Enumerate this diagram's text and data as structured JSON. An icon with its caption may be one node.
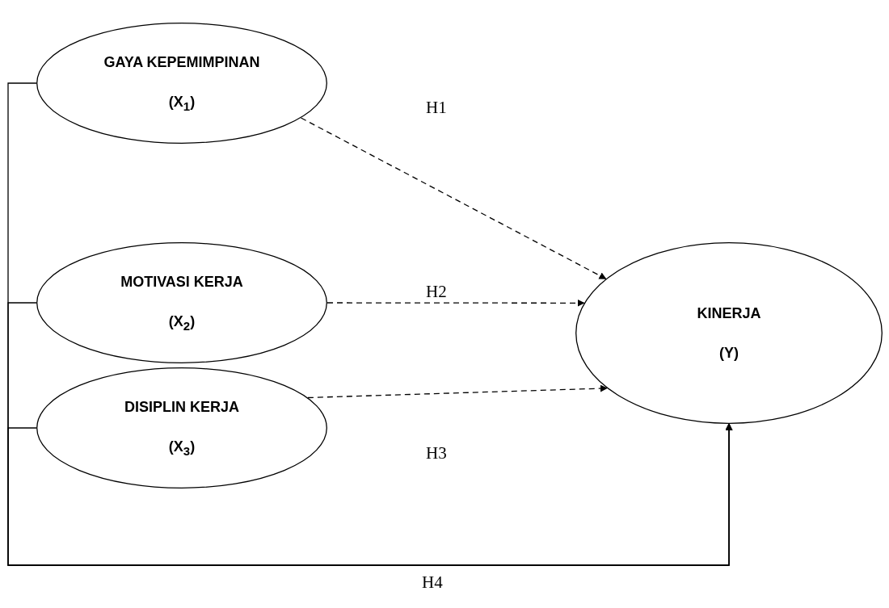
{
  "diagram": {
    "nodes": [
      {
        "text": [
          "GAYA KEPEMIMPINAN",
          "(X$_{1}$)"
        ]
      },
      {
        "text": [
          "MOTIVASI KERJA",
          "(X$_{2}$)"
        ]
      },
      {
        "text": [
          "DISIPLIN KERJA",
          "(X$_{3}$)"
        ]
      },
      {
        "text": [
          "KINERJA",
          "(Y)"
        ]
      }
    ],
    "edges": [
      {
        "from": 0,
        "to": 3,
        "arrow": "to",
        "style": "dashed",
        "label": "H1"
      },
      {
        "from": 1,
        "to": 3,
        "arrow": "to",
        "style": "dashed",
        "label": "H2"
      },
      {
        "from": 2,
        "to": 3,
        "arrow": "to",
        "style": "dashed",
        "label": "H3"
      },
      {
        "from": 0,
        "to": 3,
        "arrow": "to",
        "label": "H4"
      },
      {
        "from": 1,
        "to": 3,
        "arrow": "to"
      },
      {
        "from": 2,
        "to": 3,
        "arrow": "to"
      }
    ]
  }
}
